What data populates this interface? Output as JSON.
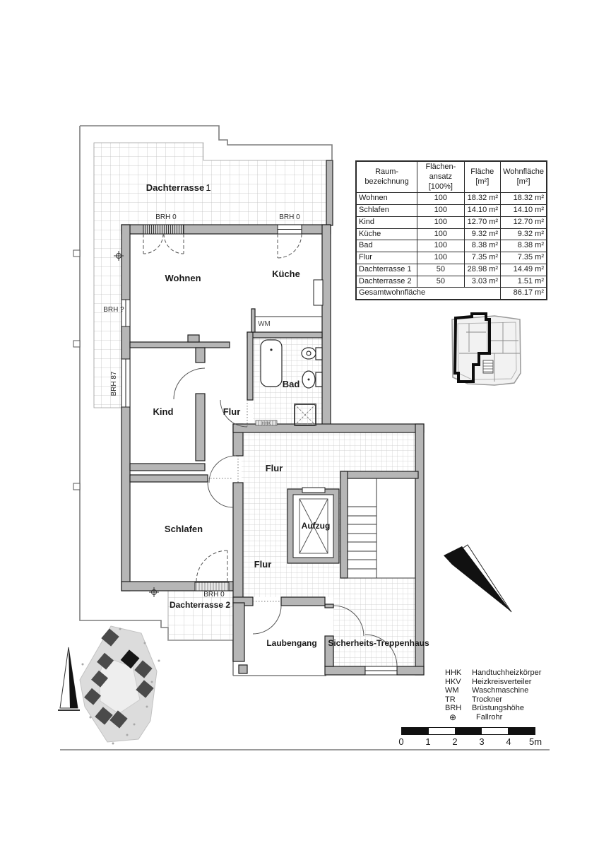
{
  "plan": {
    "d1_name": "Dachterrasse",
    "d1_num": "1",
    "rooms": {
      "wohnen": "Wohnen",
      "kueche": "Küche",
      "kind": "Kind",
      "flur_apt": "Flur",
      "bad": "Bad",
      "schlafen": "Schlafen",
      "flur_top": "Flur",
      "flur_bottom": "Flur",
      "aufzug": "Aufzug",
      "laubengang": "Laubengang",
      "treppenhaus": "Sicherheits-Treppenhaus",
      "dachterrasse2": "Dachterrasse 2"
    },
    "labels": {
      "brh0_wohnen": "BRH 0",
      "brh0_kueche": "BRH 0",
      "brh_q": "BRH ?",
      "brh87": "BRH 87",
      "brh0_schlafen": "BRH 0",
      "wm": "WM",
      "hhk": "HHK"
    }
  },
  "table": {
    "headers": [
      {
        "l1": "Raum-",
        "l2": "bezeichnung"
      },
      {
        "l1": "Flächen-",
        "l2": "ansatz [100%]"
      },
      {
        "l1": "Fläche",
        "l2": "[m²]"
      },
      {
        "l1": "Wohnfläche",
        "l2": "[m²]"
      }
    ],
    "rows": [
      {
        "name": "Wohnen",
        "ansatz": "100",
        "flaeche": "18.32 m²",
        "wohnflaeche": "18.32 m²"
      },
      {
        "name": "Schlafen",
        "ansatz": "100",
        "flaeche": "14.10 m²",
        "wohnflaeche": "14.10 m²"
      },
      {
        "name": "Kind",
        "ansatz": "100",
        "flaeche": "12.70 m²",
        "wohnflaeche": "12.70 m²"
      },
      {
        "name": "Küche",
        "ansatz": "100",
        "flaeche": "9.32 m²",
        "wohnflaeche": "9.32 m²"
      },
      {
        "name": "Bad",
        "ansatz": "100",
        "flaeche": "8.38 m²",
        "wohnflaeche": "8.38 m²"
      },
      {
        "name": "Flur",
        "ansatz": "100",
        "flaeche": "7.35 m²",
        "wohnflaeche": "7.35 m²"
      },
      {
        "name": "Dachterrasse 1",
        "ansatz": "50",
        "flaeche": "28.98 m²",
        "wohnflaeche": "14.49 m²"
      },
      {
        "name": "Dachterrasse 2",
        "ansatz": "50",
        "flaeche": "3.03 m²",
        "wohnflaeche": "1.51 m²"
      }
    ],
    "total_label": "Gesamtwohnfläche",
    "total_value": "86.17 m²"
  },
  "legend": {
    "items": [
      {
        "abbr": "HHK",
        "label": "Handtuchheizkörper"
      },
      {
        "abbr": "HKV",
        "label": "Heizkreisverteiler"
      },
      {
        "abbr": "WM",
        "label": "Waschmaschine"
      },
      {
        "abbr": "TR",
        "label": "Trockner"
      },
      {
        "abbr": "BRH",
        "label": "Brüstungshöhe"
      },
      {
        "abbr": "⊕",
        "label": "Fallrohr"
      }
    ]
  },
  "scale": {
    "ticks": [
      "0",
      "1",
      "2",
      "3",
      "4",
      "5m"
    ]
  },
  "colors": {
    "wall_fill": "#b6b6b6",
    "line_dark": "#1f1f1f",
    "tile_line": "#bfbfbf"
  }
}
